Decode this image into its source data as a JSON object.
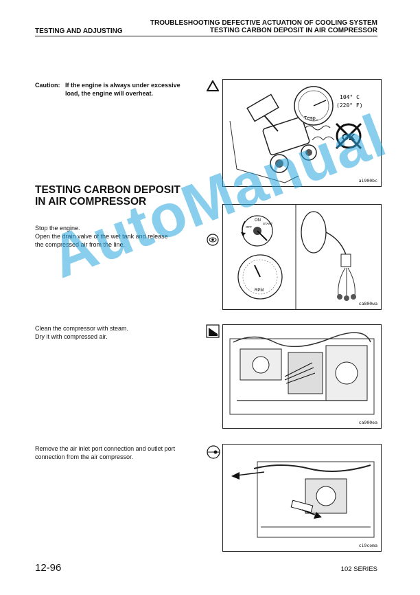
{
  "header": {
    "section_left": "TESTING AND ADJUSTING",
    "title_line1": "TROUBLESHOOTING DEFECTIVE ACTUATION OF COOLING SYSTEM",
    "title_line2": "TESTING CARBON DEPOSIT IN AIR COMPRESSOR"
  },
  "caution": {
    "label": "Caution:",
    "line1": "If the engine is always under excessive",
    "line2": "load, the engine will overheat."
  },
  "figure1": {
    "gauge_label": "Temp.",
    "temp_c": "104° C",
    "temp_f": "(220° F)",
    "code": "ai900bc"
  },
  "section_title": {
    "line1": "TESTING CARBON DEPOSIT",
    "line2": "IN AIR COMPRESSOR"
  },
  "step1": {
    "line1": "Stop the engine.",
    "line2": "Open the drain valve of the wet tank and release",
    "line3": "the compressed air from the line."
  },
  "figure2": {
    "switch_on": "ON",
    "switch_start": "START",
    "switch_off": "OFF",
    "gauge_label": "RPM",
    "code": "ca800wa"
  },
  "step2": {
    "line1": "Clean the compressor with steam.",
    "line2": "Dry it with compressed air."
  },
  "figure3": {
    "code": "ca900ea"
  },
  "step3": {
    "line1": "Remove the air inlet port connection and outlet port",
    "line2": "connection from the air compressor."
  },
  "figure4": {
    "code": "ci9coma"
  },
  "footer": {
    "page": "12-96",
    "series": "102 SERIES"
  },
  "watermark": "AutoManual"
}
